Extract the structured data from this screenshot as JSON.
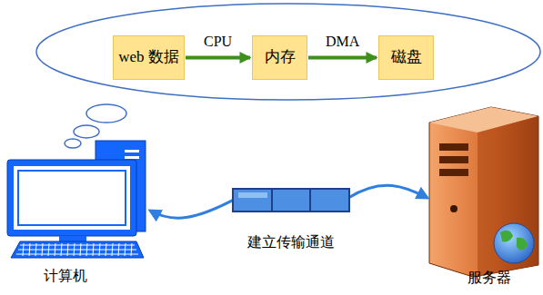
{
  "diagram": {
    "nodes": [
      {
        "text": [
          "web 数据"
        ]
      },
      {
        "text": [
          "内存"
        ]
      },
      {
        "text": [
          "磁盘"
        ]
      }
    ],
    "edges": [
      {
        "from": 0,
        "to": 1,
        "arrow": "to",
        "label": "CPU"
      },
      {
        "from": 1,
        "to": 2,
        "arrow": "to",
        "label": "DMA"
      }
    ],
    "labels": [
      "建立传输通道",
      "计算机",
      "服务器"
    ]
  }
}
